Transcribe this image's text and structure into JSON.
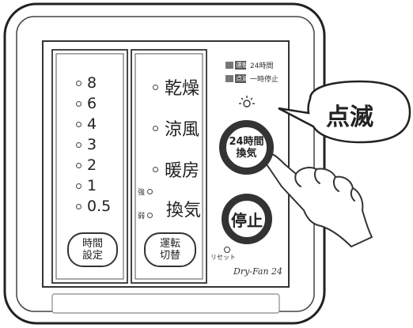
{
  "time_settings": {
    "options": [
      "8",
      "6",
      "4",
      "3",
      "2",
      "1",
      "0.5"
    ],
    "button_label_lines": [
      "時間",
      "設定"
    ]
  },
  "mode_settings": {
    "modes": [
      "乾燥",
      "涼風",
      "暖房",
      "換気"
    ],
    "ventilation_strength": [
      "強",
      "弱"
    ],
    "button_label_lines": [
      "運転",
      "切替"
    ]
  },
  "indicators": {
    "line1_tag": "運転",
    "line1_text": "24時間",
    "line2_tag": "点滅",
    "line2_text": "一時停止"
  },
  "buttons": {
    "ventilation_24h_lines": [
      "24時間",
      "換気"
    ],
    "stop": "停止",
    "reset_label": "リセット"
  },
  "brand": "Dry-Fan 24",
  "callout": "点滅",
  "colors": {
    "panel_border": "#333333",
    "button_ring": "#333333",
    "background": "#ffffff"
  }
}
